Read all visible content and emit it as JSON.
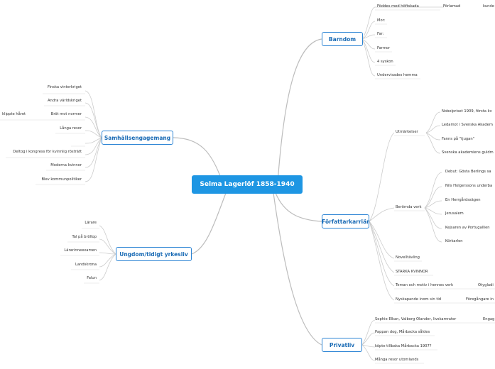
{
  "central": {
    "label": "Selma Lagerlöf 1858-1940"
  },
  "branches": {
    "barndom": {
      "label": "Barndom",
      "items": [
        "Föddes med höftskada",
        "Förlamad",
        "kunde",
        "Mor:",
        "Far:",
        "Farmor",
        "4 syskon",
        "Undervisades hemma"
      ]
    },
    "forfattarkarriar": {
      "label": "Författarkarriär",
      "utmarkelser": {
        "label": "Utmärkelser",
        "items": [
          "Nobelpriset 1909, första kv",
          "Ledamot i Svenska Akadem",
          "Fanns på \"tjugan\"",
          "Svenska akademiens guldm"
        ]
      },
      "berommda_verk": {
        "label": "Berömda verk",
        "items": [
          "Debut: Gösta Berlings sa",
          "Nils Holgerssons underba",
          "En Herrgårdssägen",
          "Jerusalem",
          "Kejsaren av Portugallien",
          "Körkarlen"
        ]
      },
      "other": [
        "Novelltävling",
        "STARKA KVINNOR",
        "Teman och motiv i hennes verk",
        "Otygladi",
        "Nyskapande inom sin tid",
        "Föregångare in"
      ]
    },
    "privatliv": {
      "label": "Privatliv",
      "items": [
        "Sophie Elkan, Valborg Olander, livskamrater",
        "Engag",
        "Pappan dog, Mårbacka såldes",
        "köpte tillbaka Mårbacka 1907?",
        "Många resor utomlands"
      ]
    },
    "samhallsengagemang": {
      "label": "Samhällsengagemang",
      "items": [
        "Finska vinterkriget",
        "Andra världskriget",
        "klippte håret",
        "Bröt mot normer",
        "Långa resor",
        "Deltog i kongress för kvinnlig rösträtt",
        "Moderna kvinnor",
        "Blev  kommunpolitiker"
      ]
    },
    "ungdom": {
      "label": "Ungdom/tidigt yrkesliv",
      "items": [
        "Lärare",
        "Tal på bröllop",
        "Lärarinneexamen",
        "Landskrona",
        "Falun"
      ]
    }
  },
  "colors": {
    "central": "#1e96e3",
    "main_border": "#2c84d4",
    "main_text": "#1a6bb5",
    "connector": "#bdbdbd"
  }
}
